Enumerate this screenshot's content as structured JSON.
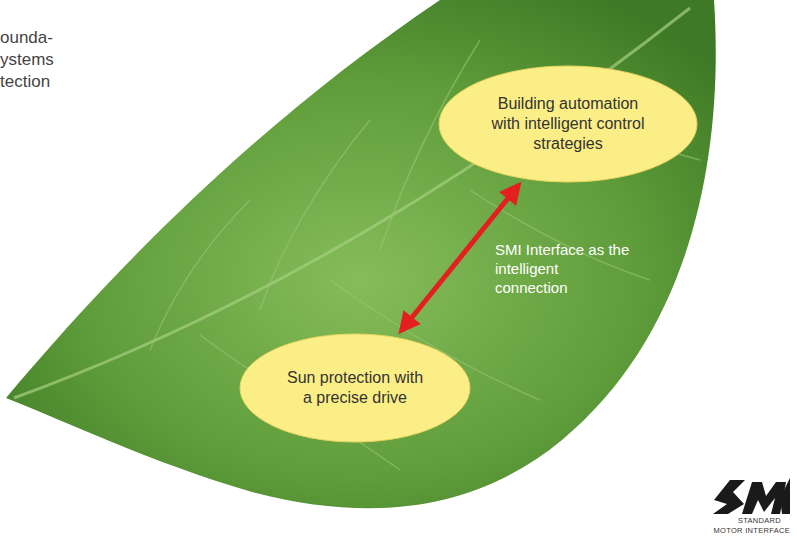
{
  "diagram": {
    "nodes": [
      {
        "text": [
          "Building automation with intelligent control strategies"
        ]
      },
      {
        "text": [
          "Sun protection with a precise drive"
        ]
      }
    ],
    "edges": [
      {
        "from": 1,
        "to": 0,
        "arrow": "both",
        "label": "SMI Interface as the intelligent connection"
      }
    ],
    "labels": [
      "ounda-",
      "ystems",
      "tection",
      "STANDARD",
      "MOTOR INTERFACE"
    ]
  }
}
